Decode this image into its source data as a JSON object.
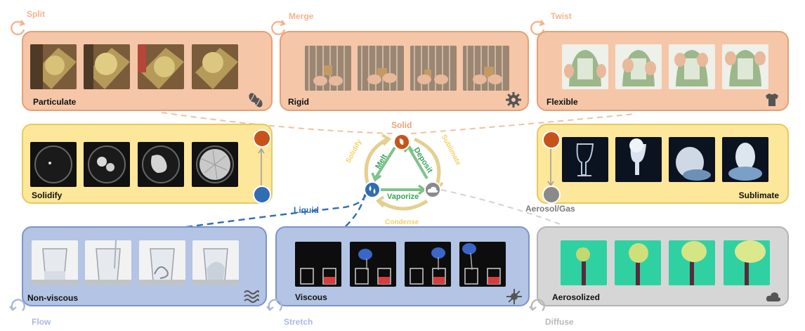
{
  "operations": {
    "split": "Split",
    "merge": "Merge",
    "twist": "Twist",
    "flow": "Flow",
    "stretch": "Stretch",
    "diffuse": "Diffuse"
  },
  "panels": {
    "particulate": "Particulate",
    "rigid": "Rigid",
    "flexible": "Flexible",
    "solidify": "Solidify",
    "sublimate": "Sublimate",
    "non_viscous": "Non-viscous",
    "viscous": "Viscous",
    "aerosolized": "Aerosolized"
  },
  "states": {
    "solid": "Solid",
    "liquid": "Liquid",
    "gas": "Aerosol/Gas"
  },
  "transitions": {
    "solidify": "Solidify",
    "melt": "Melt",
    "deposit": "Deposit",
    "sublimate": "Sublimate",
    "vaporize": "Vaporize",
    "condense": "Condense"
  },
  "colors": {
    "solid_node": "#c8531a",
    "liquid_node": "#2f6db4",
    "gas_node": "#8a8a8a",
    "liquid_line": "#2f6db4",
    "solid_line": "#f2b48e",
    "gas_line": "#cfcfcf",
    "melt_text": "#3aa35a",
    "sublimate_text": "#f2d16a",
    "condense_text": "#f2d16a"
  },
  "icons": {
    "particulate": "coffee-beans-icon",
    "rigid": "gear-icon",
    "flexible": "tshirt-icon",
    "non_viscous": "waves-icon",
    "viscous": "splat-icon",
    "aerosolized": "cloud-icon",
    "solid": "almond-icon",
    "liquid": "droplets-icon",
    "gas": "cloud-icon"
  }
}
